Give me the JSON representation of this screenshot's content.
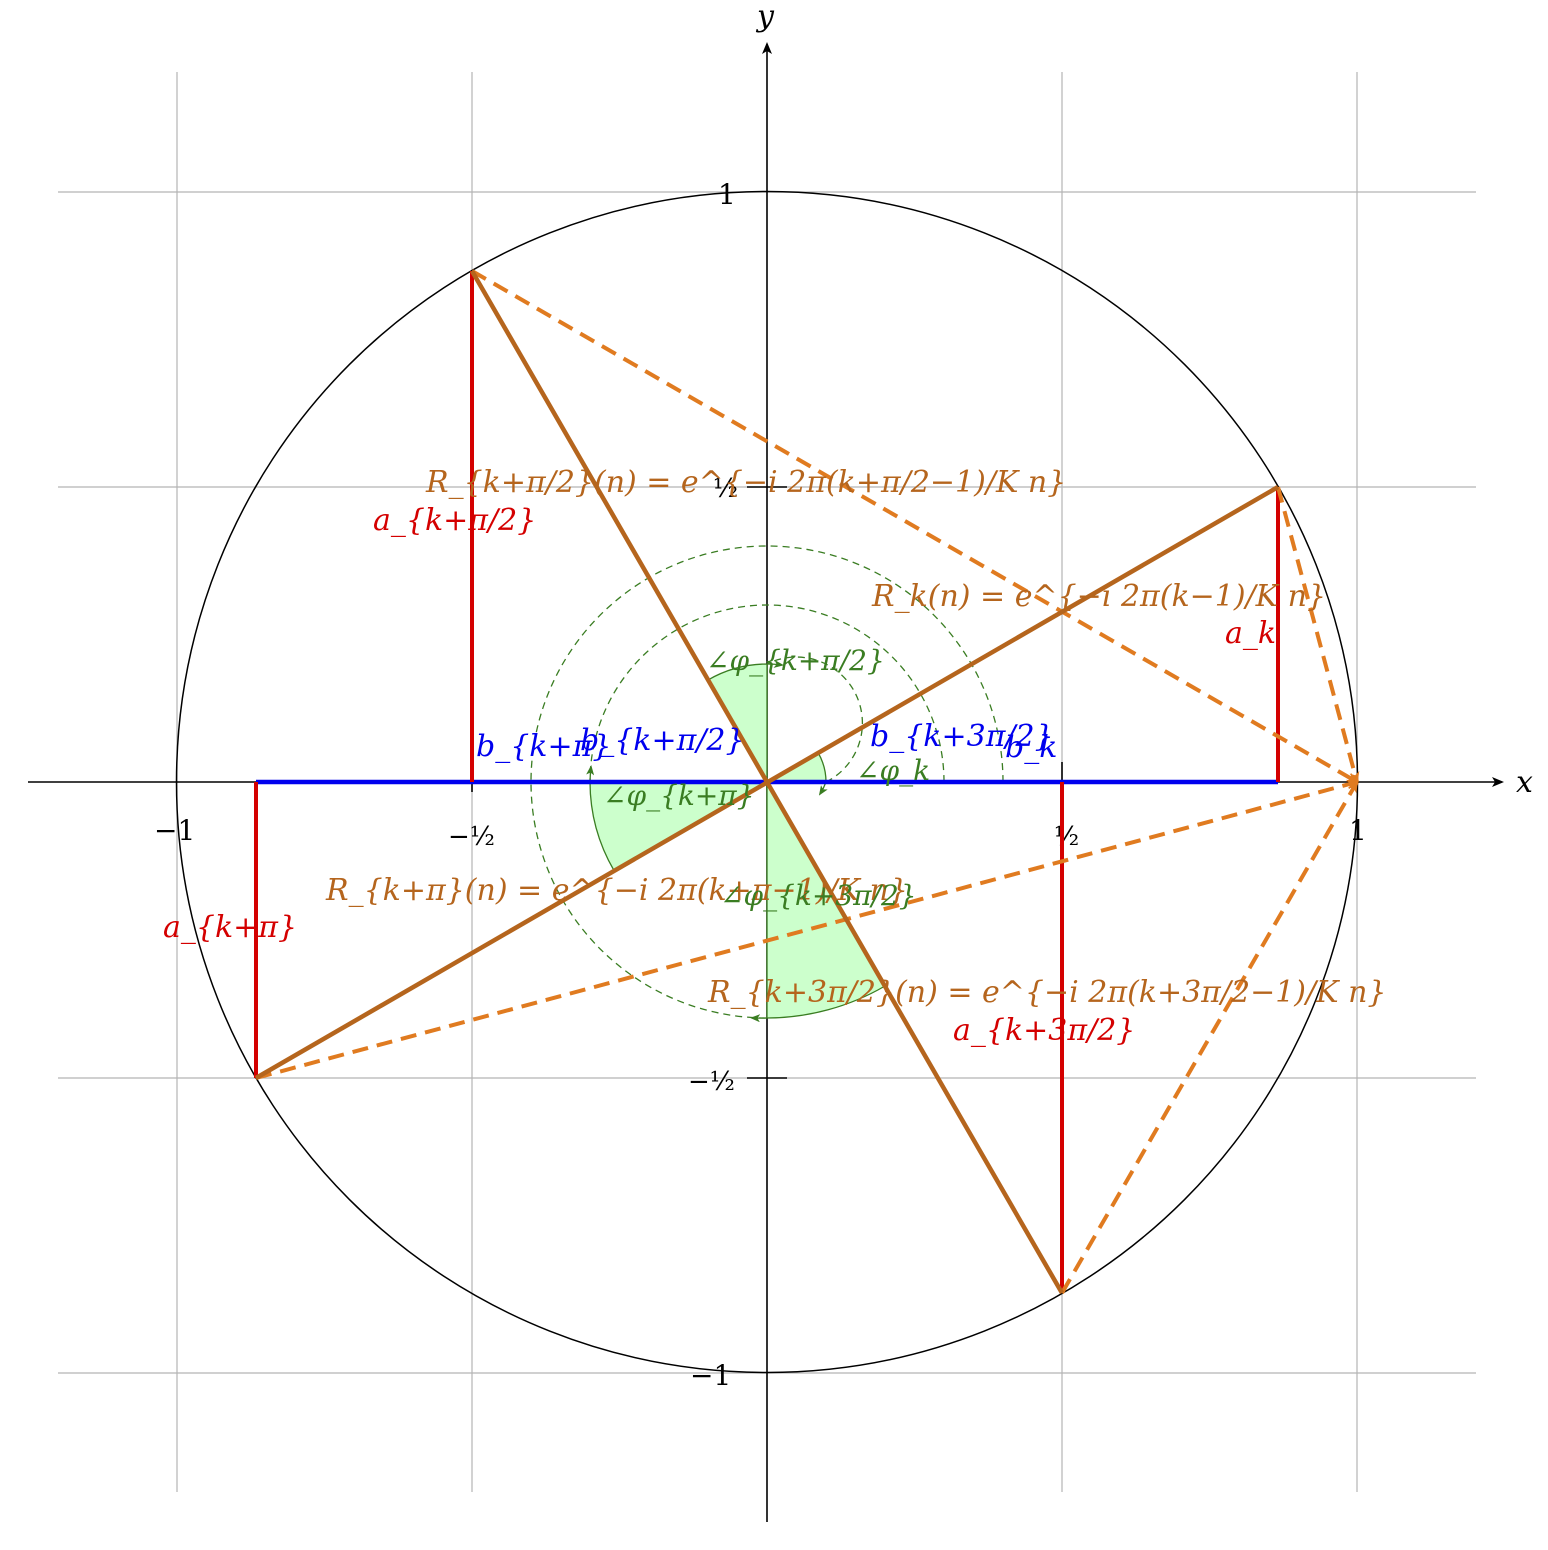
{
  "axes": {
    "x_label": "x",
    "y_label": "y",
    "x_ticks": [
      {
        "value": -1,
        "text": "−1"
      },
      {
        "value": -0.5,
        "text": "−½"
      },
      {
        "value": 0.5,
        "text": "½"
      },
      {
        "value": 1,
        "text": "1"
      }
    ],
    "y_ticks": [
      {
        "value": 1,
        "text": "1"
      },
      {
        "value": 0.5,
        "text": "½"
      },
      {
        "value": -0.5,
        "text": "−½"
      },
      {
        "value": -1,
        "text": "−1"
      }
    ],
    "xlim": [
      -1.25,
      1.25
    ],
    "ylim": [
      -1.25,
      1.25
    ],
    "grid": true
  },
  "unit_circle_radius": 1,
  "points": {
    "k": [
      0.866,
      0.5
    ],
    "k_plus_half_pi": [
      -0.5,
      0.866
    ],
    "k_plus_pi": [
      -0.866,
      -0.5
    ],
    "k_plus_three_half_pi": [
      0.5,
      -0.866
    ],
    "reference": [
      1,
      0
    ]
  },
  "labels": {
    "R_k": "R_k(n) = e^{−i 2π(k−1)/K n}",
    "R_k_half_pi": "R_{k+π/2}(n) = e^{−i 2π(k+π/2−1)/K n}",
    "R_k_pi": "R_{k+π}(n) = e^{−i 2π(k+π−1)/K n}",
    "R_k_three_half_pi": "R_{k+3π/2}(n) = e^{−i 2π(k+3π/2−1)/K n}",
    "a_k": "a_k",
    "a_k_half_pi": "a_{k+π/2}",
    "a_k_pi": "a_{k+π}",
    "a_k_three_half_pi": "a_{k+3π/2}",
    "b_k": "b_k",
    "b_k_half_pi": "b_{k+π/2}",
    "b_k_pi": "b_{k+π}",
    "b_k_three_half_pi": "b_{k+3π/2}",
    "phi_k": "∠φ_k",
    "phi_k_half_pi": "∠φ_{k+π/2}",
    "phi_k_pi": "∠φ_{k+π}",
    "phi_k_three_half_pi": "∠φ_{k+3π/2}"
  },
  "colors": {
    "vector": "#b5651d",
    "dashed": "#e07b20",
    "imag": "#d40000",
    "real": "#0000ee",
    "angle": "#3a7d22",
    "angle_fill": "#ccffcc"
  }
}
